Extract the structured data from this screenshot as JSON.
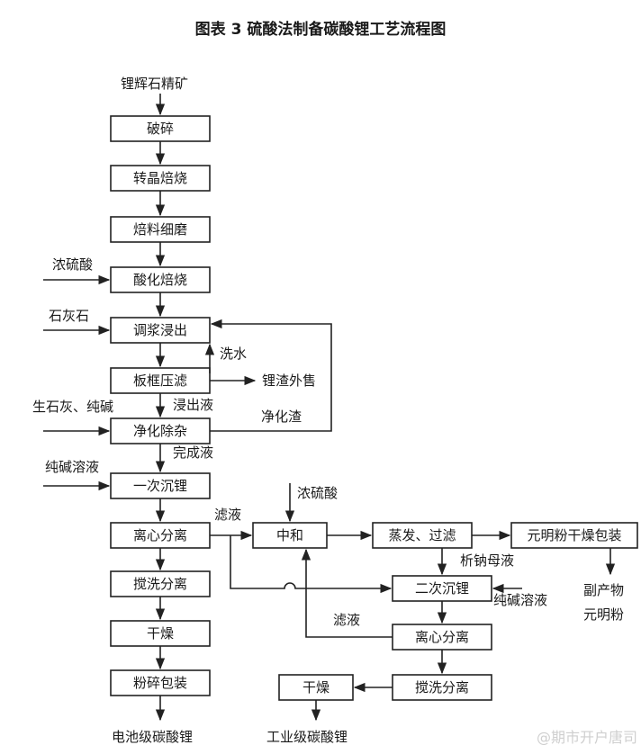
{
  "title": "图表 3 硫酸法制备碳酸锂工艺流程图",
  "nodes": {
    "ore": "锂辉石精矿",
    "crush": "破碎",
    "transform_roast": "转晶焙烧",
    "grind": "焙料细磨",
    "acid_roast": "酸化焙烧",
    "slurry_leach": "调浆浸出",
    "plate_filter": "板框压滤",
    "purify": "净化除杂",
    "primary_precip": "一次沉锂",
    "centrifuge1": "离心分离",
    "wash_sep1": "搅洗分离",
    "dry1": "干燥",
    "pack": "粉碎包装",
    "battery_product": "电池级碳酸锂",
    "neutralize": "中和",
    "evap_filter": "蒸发、过滤",
    "glauber_pack": "元明粉干燥包装",
    "secondary_precip": "二次沉锂",
    "centrifuge2": "离心分离",
    "wash_sep2": "搅洗分离",
    "dry2": "干燥",
    "industrial_product": "工业级碳酸锂"
  },
  "labels": {
    "conc_h2so4": "浓硫酸",
    "limestone": "石灰石",
    "wash_water": "洗水",
    "residue_sale": "锂渣外售",
    "leachate": "浸出液",
    "quicklime_soda": "生石灰、纯碱",
    "purify_residue": "净化渣",
    "finished_liquor": "完成液",
    "soda_solution1": "纯碱溶液",
    "filtrate1": "滤液",
    "conc_h2so4_2": "浓硫酸",
    "sodium_mother_liquor": "析钠母液",
    "soda_solution2": "纯碱溶液",
    "filtrate2": "滤液",
    "byproduct": "副产物",
    "glauber_salt": "元明粉"
  },
  "watermark": "@期市开户唐司"
}
